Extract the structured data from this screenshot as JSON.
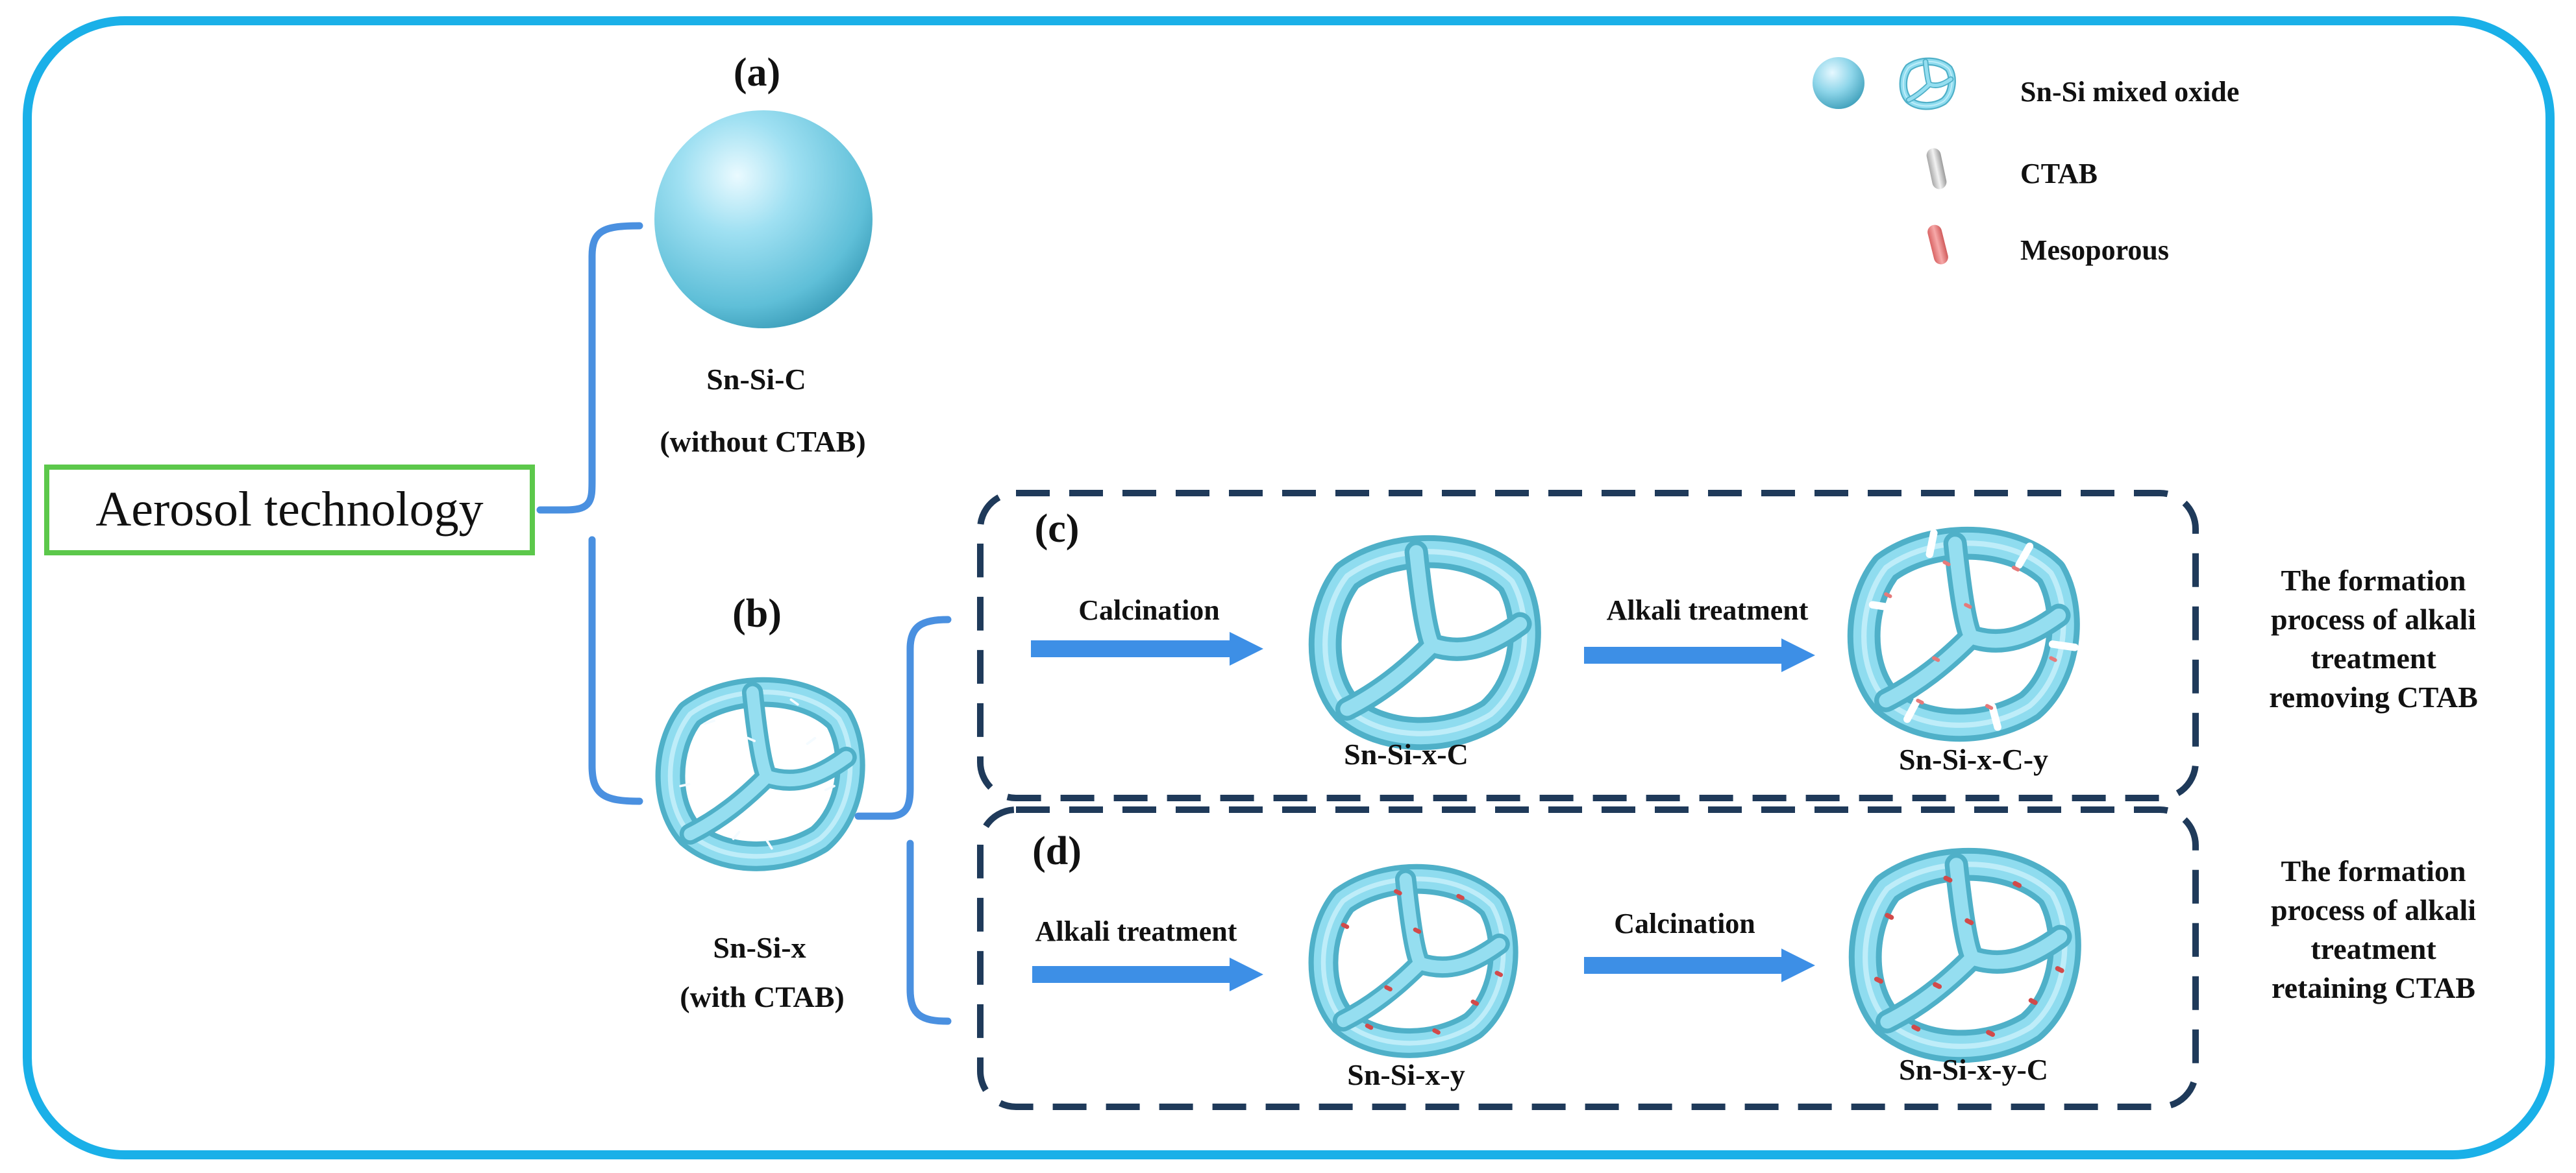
{
  "root": {
    "label": "Aerosol technology"
  },
  "panels": {
    "a": {
      "tag": "(a)",
      "name": "Sn-Si-C",
      "note": "(without CTAB)"
    },
    "b": {
      "tag": "(b)",
      "name": "Sn-Si-x",
      "note": "(with CTAB)"
    },
    "c": {
      "tag": "(c)",
      "step1": "Calcination",
      "product1": "Sn-Si-x-C",
      "step2": "Alkali treatment",
      "product2": "Sn-Si-x-C-y",
      "description": [
        "The formation",
        "process of alkali",
        "treatment",
        "removing CTAB"
      ]
    },
    "d": {
      "tag": "(d)",
      "step1": "Alkali treatment",
      "product1": "Sn-Si-x-y",
      "step2": "Calcination",
      "product2": "Sn-Si-x-y-C",
      "description": [
        "The formation",
        "process of alkali",
        "treatment",
        "retaining CTAB"
      ]
    }
  },
  "legend": {
    "items": [
      {
        "icon": "sphere-and-frame-icon",
        "label": "Sn-Si mixed oxide"
      },
      {
        "icon": "ctab-rod-icon",
        "label": "CTAB"
      },
      {
        "icon": "mesopore-rod-icon",
        "label": "Mesoporous"
      }
    ]
  },
  "colors": {
    "outer_border": "#1ab0e8",
    "root_border": "#5cc84b",
    "brace": "#4a90e0",
    "arrow": "#3d8fe6",
    "dash_box": "#1f3a5a",
    "sphere": "#7fd4ea",
    "frame": "#6cc6dc",
    "ctab": "#cfcfcf",
    "mesopore": "#e67a7a"
  }
}
